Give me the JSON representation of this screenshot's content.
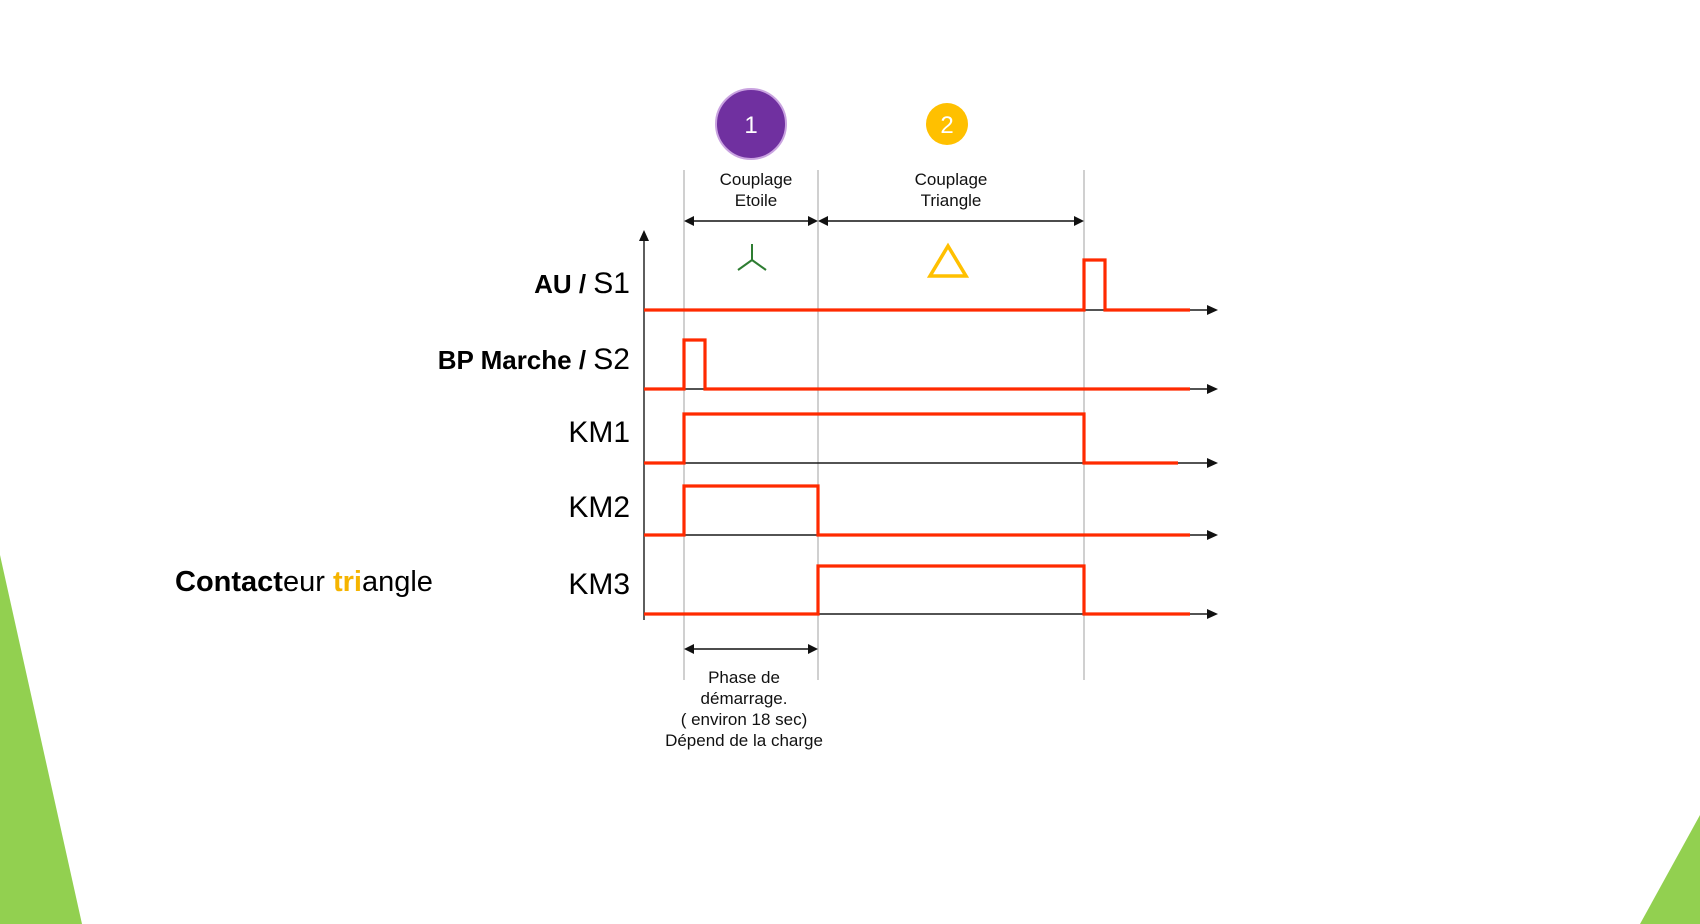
{
  "phases": [
    {
      "number": "1",
      "title_line1": "Couplage",
      "title_line2": "Etoile",
      "badge_color": "#7030a0",
      "symbol": "star-symbol"
    },
    {
      "number": "2",
      "title_line1": "Couplage",
      "title_line2": "Triangle",
      "badge_color": "#ffc000",
      "symbol": "triangle-symbol"
    }
  ],
  "signals": [
    {
      "label_main": "AU / ",
      "label_suffix": "S1"
    },
    {
      "label_main": "BP Marche / ",
      "label_suffix": "S2"
    },
    {
      "label_main": "",
      "label_suffix": "KM1"
    },
    {
      "label_main": "",
      "label_suffix": "KM2"
    },
    {
      "label_main": "",
      "label_suffix": "KM3"
    }
  ],
  "startup_note": {
    "line1": "Phase de",
    "line2": "démarrage.",
    "line3": "( environ 18 sec)",
    "line4": "Dépend de la charge"
  },
  "caption": {
    "part1": "Contact",
    "part2": "eur ",
    "part3": "tri",
    "part4": "angle"
  },
  "colors": {
    "signal": "#ff2a00",
    "accent_green": "#92d050",
    "highlight": "#f5b400"
  }
}
